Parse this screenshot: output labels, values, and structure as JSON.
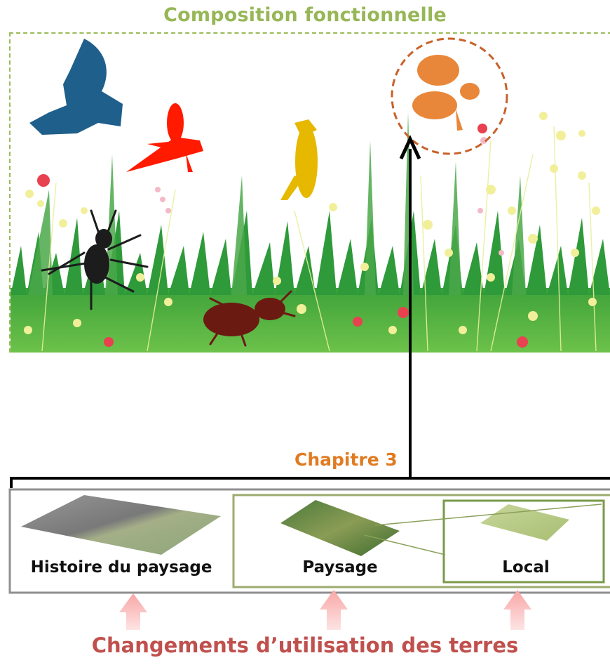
{
  "figure": {
    "top_title": "Composition fonctionnelle",
    "chapter_label": "Chapitre 3",
    "bottom_title": "Changements d’utilisation des terres",
    "scales": [
      {
        "label": "Histoire du paysage"
      },
      {
        "label": "Paysage"
      },
      {
        "label": "Local"
      }
    ]
  },
  "colors": {
    "top_title": "#97b757",
    "frame_dashed": "#9bbb59",
    "chapter": "#e07b22",
    "bottom_title": "#c0504d",
    "bird": "#1f5f8b",
    "grasshopper_red": "#ff1a00",
    "grasshopper_yellow": "#e6b800",
    "bee": "#e8873a",
    "spider": "#1c1c1c",
    "beetle": "#6b1a12",
    "up_arrow": "#f7b7b7"
  },
  "icons": [
    "bird-icon",
    "grasshopper-icon",
    "bee-icon",
    "spider-icon",
    "beetle-icon"
  ]
}
